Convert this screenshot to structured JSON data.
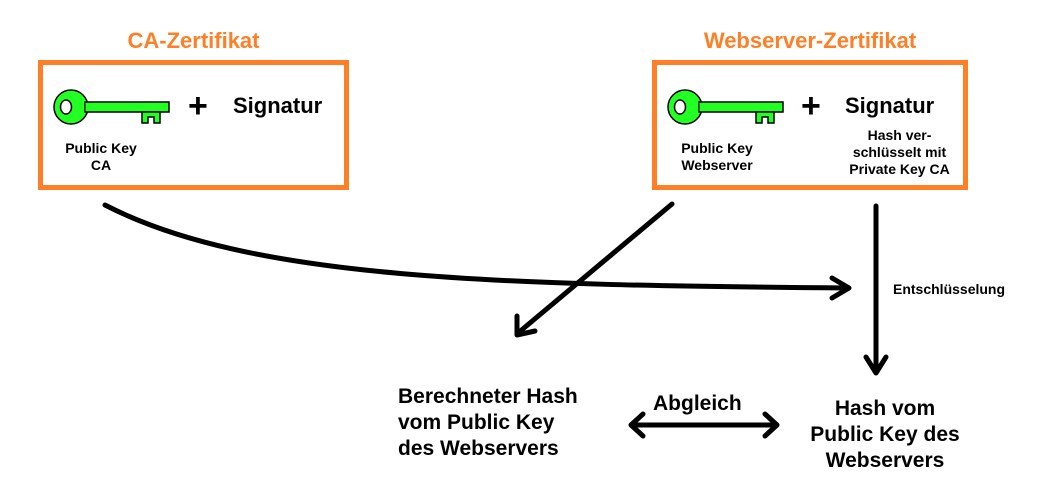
{
  "ca_cert": {
    "title": "CA-Zertifikat",
    "key_label_line1": "Public Key",
    "key_label_line2": "CA",
    "plus": "+",
    "signature": "Signatur"
  },
  "webserver_cert": {
    "title": "Webserver-Zertifikat",
    "key_label_line1": "Public Key",
    "key_label_line2": "Webserver",
    "plus": "+",
    "signature": "Signatur",
    "signature_desc_line1": "Hash ver-",
    "signature_desc_line2": "schlüsselt mit",
    "signature_desc_line3": "Private Key CA"
  },
  "decrypt_label": "Entschlüsselung",
  "compare_label": "Abgleich",
  "computed_hash": {
    "line1": "Berechneter Hash",
    "line2": "vom Public Key",
    "line3": "des Webservers"
  },
  "decrypted_hash": {
    "line1": "Hash vom",
    "line2": "Public Key des",
    "line3": "Webservers"
  },
  "colors": {
    "accent": "#ff7f27",
    "key_fill": "#22ff22",
    "arrow": "#000000"
  }
}
